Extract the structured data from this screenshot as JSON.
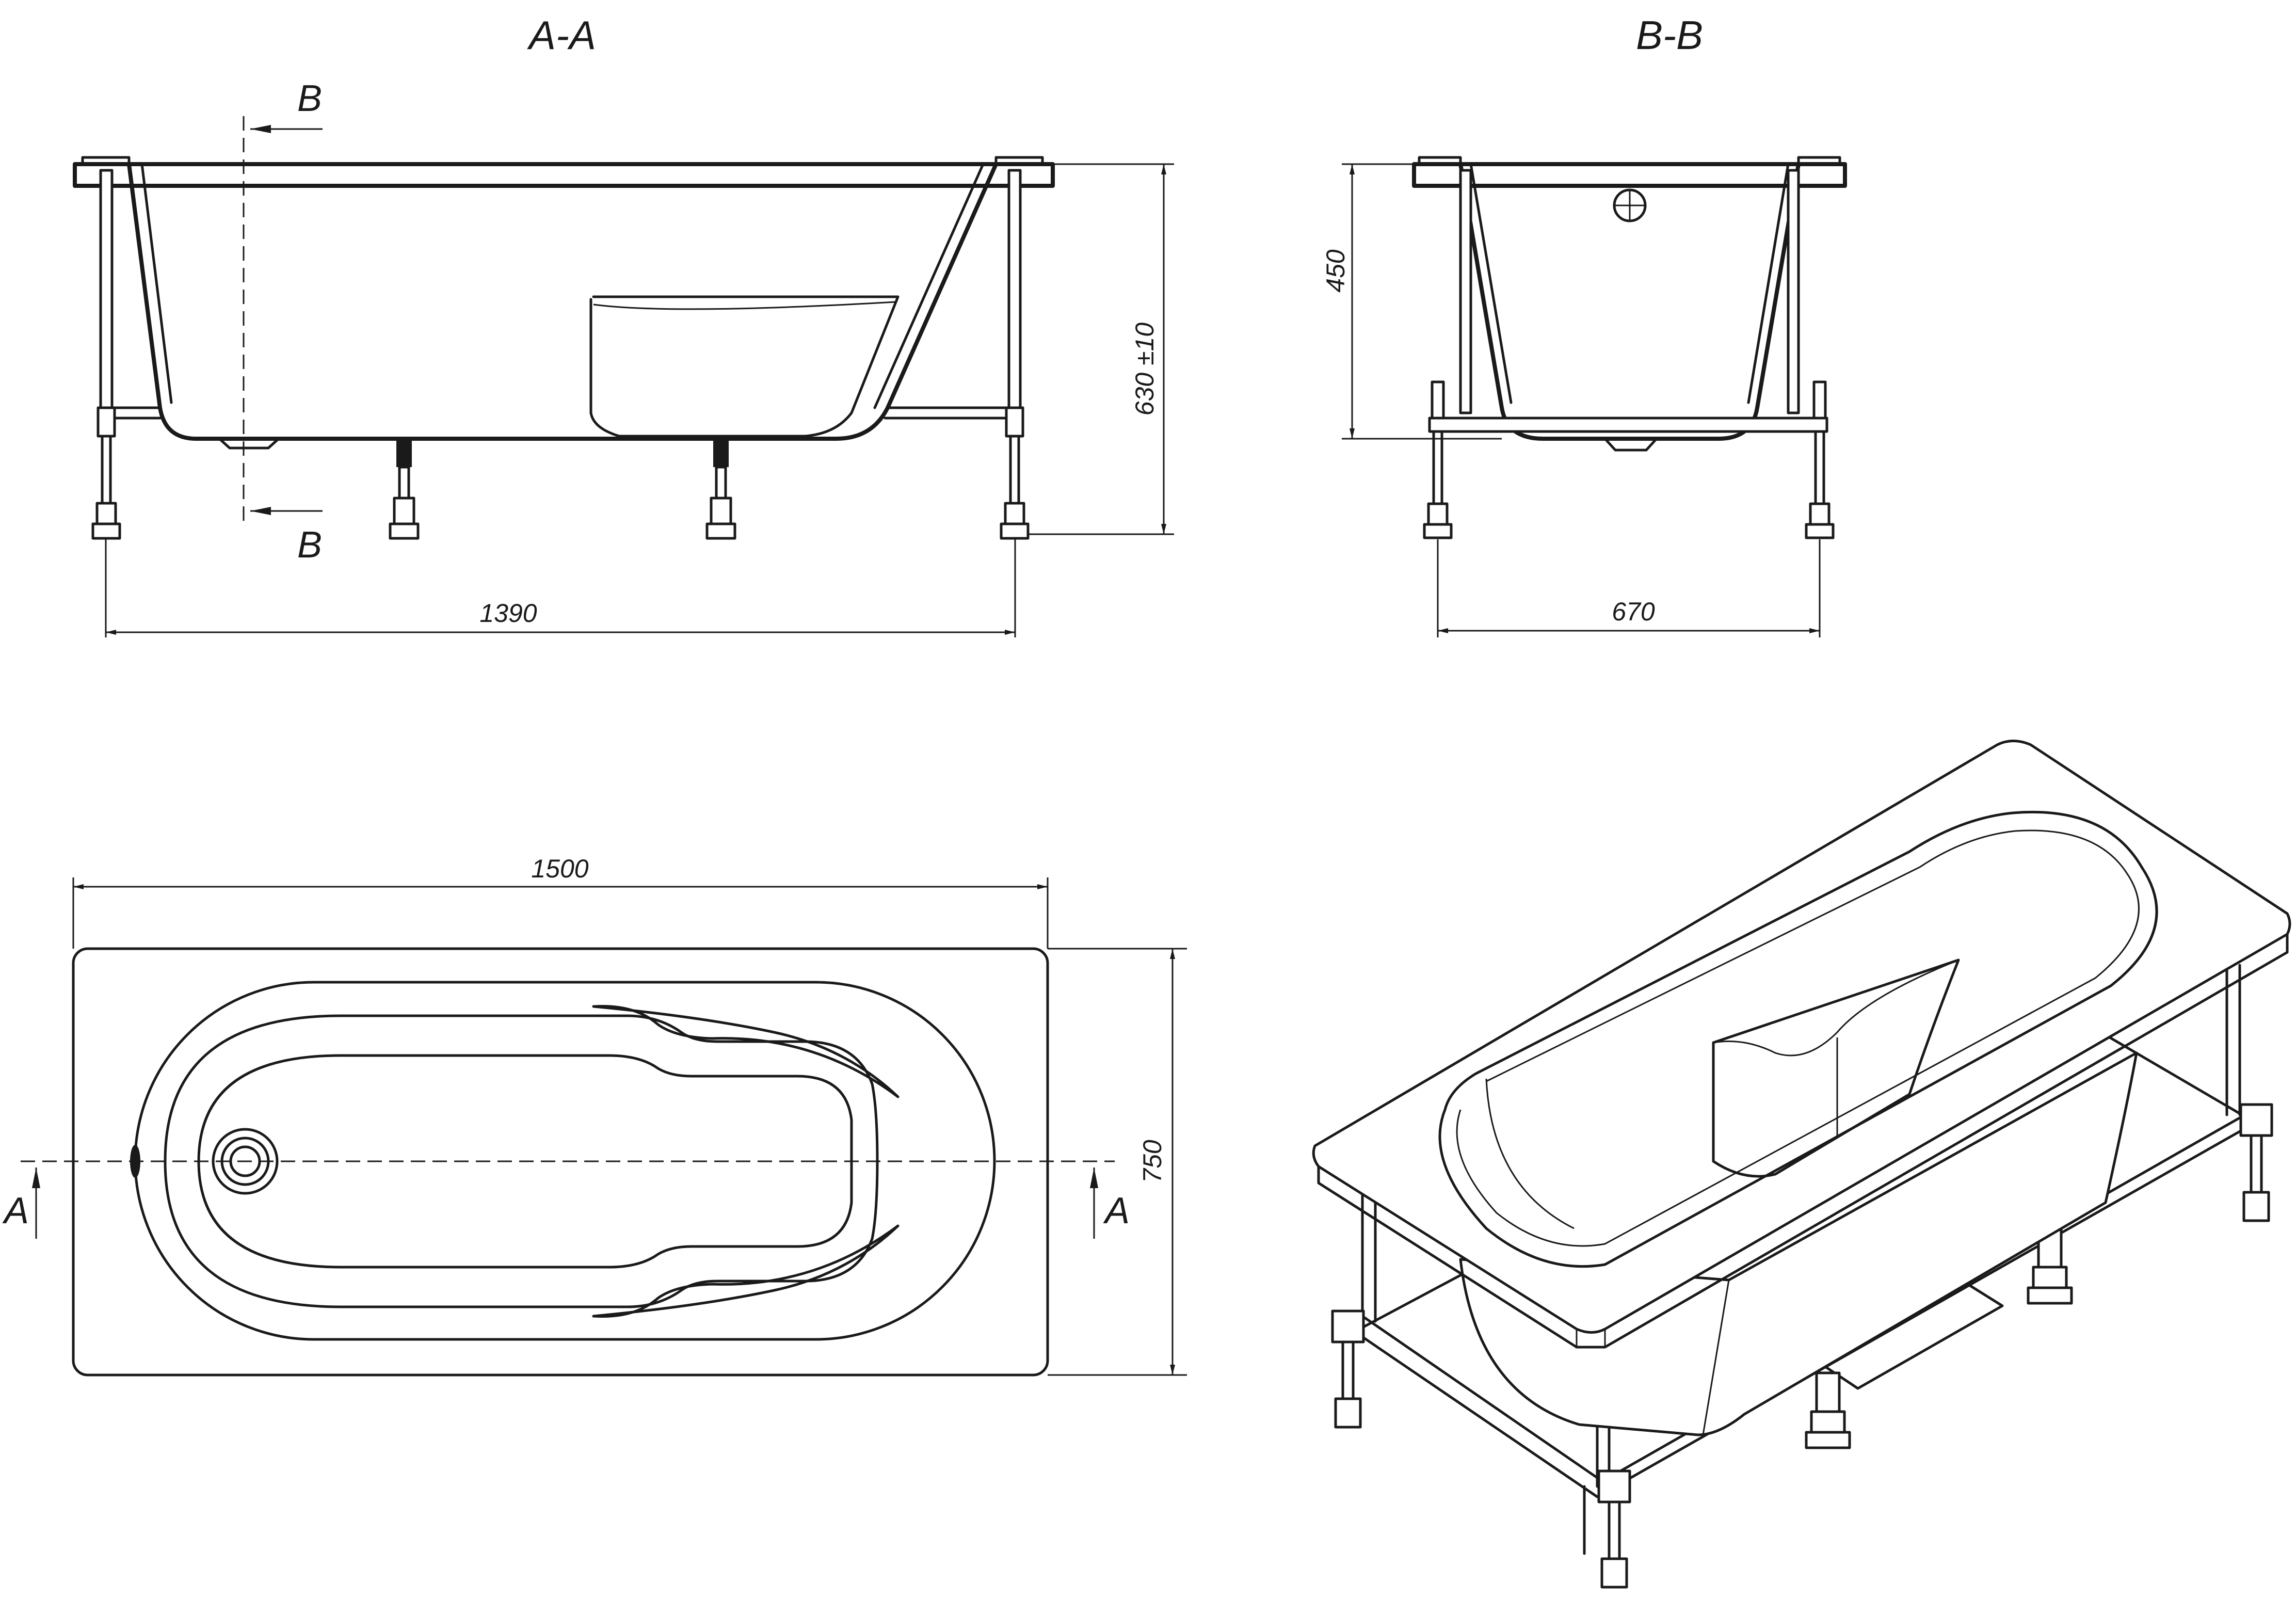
{
  "views": {
    "section_aa": {
      "title": "A-A"
    },
    "section_bb": {
      "title": "B-B"
    }
  },
  "cut_marks": {
    "b": "B",
    "a": "A"
  },
  "dimensions": {
    "frame_length": "1390",
    "height_total": "630 ±10",
    "bowl_depth": "450",
    "frame_width": "670",
    "overall_length": "1500",
    "overall_width": "750"
  }
}
